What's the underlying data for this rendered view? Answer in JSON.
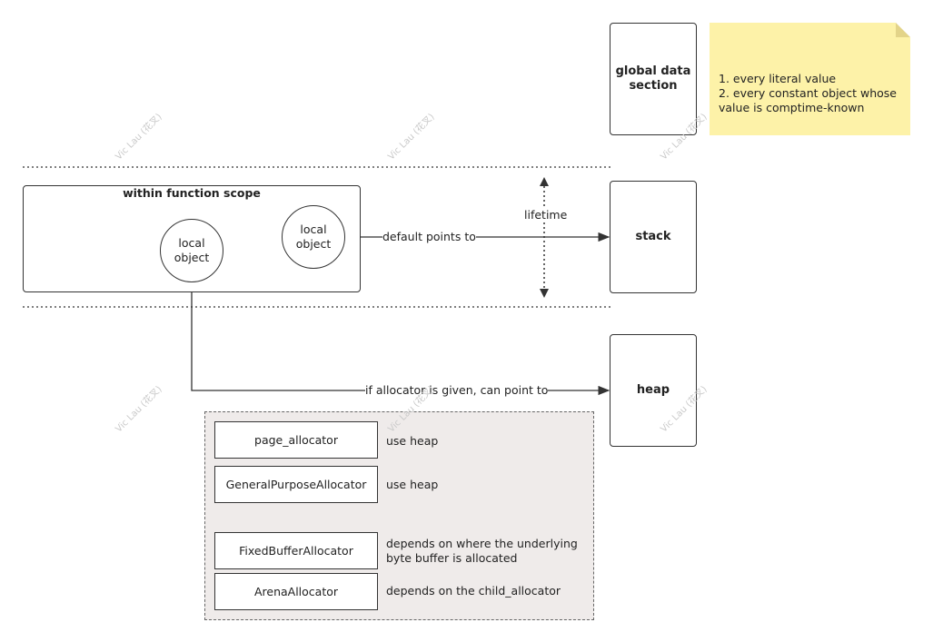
{
  "global_section": {
    "label": "global data section"
  },
  "note": {
    "text": "1. every literal value\n2. every constant object whose value is comptime-known"
  },
  "scope": {
    "title": "within function scope",
    "objects": [
      {
        "label": "local\nobject"
      },
      {
        "label": "local\nobject"
      }
    ]
  },
  "stack": {
    "label": "stack"
  },
  "heap": {
    "label": "heap"
  },
  "edges": {
    "default_points_to": "default points to",
    "lifetime": "lifetime",
    "allocator_given": "if allocator is given, can point to"
  },
  "allocators": [
    {
      "name": "page_allocator",
      "description": "use heap"
    },
    {
      "name": "GeneralPurposeAllocator",
      "description": "use heap"
    },
    {
      "name": "FixedBufferAllocator",
      "description": "depends on where the underlying\nbyte buffer is allocated"
    },
    {
      "name": "ArenaAllocator",
      "description": "depends on the child_allocator"
    }
  ],
  "watermark": "Vic Lau (花叉)",
  "colors": {
    "note": "#fdf2a8",
    "panel": "#efebea",
    "stroke": "#333333"
  }
}
